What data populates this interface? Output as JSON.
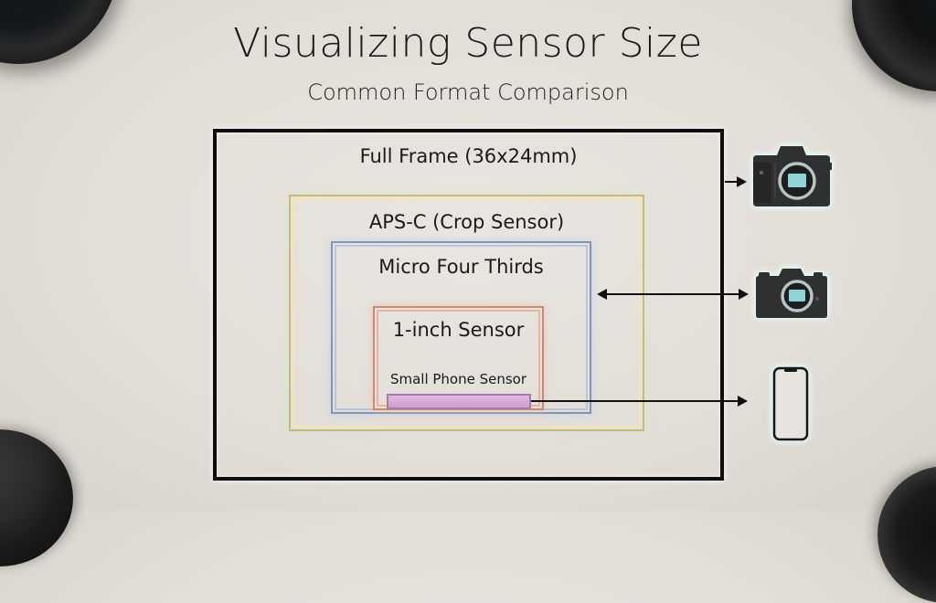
{
  "header": {
    "title": "Visualizing Sensor Size",
    "subtitle": "Common Format Comparison"
  },
  "formats": [
    {
      "label": "Full Frame (36x24mm)",
      "color": "#0e0e0e",
      "icon": "full-frame-dslr-camera-icon"
    },
    {
      "label": "APS-C (Crop Sensor)",
      "color": "#cbb77a",
      "icon": "mirrorless-camera-icon"
    },
    {
      "label": "Micro Four Thirds",
      "color": "#8095b6"
    },
    {
      "label": "1-inch Sensor",
      "color": "#c98a72"
    },
    {
      "label": "Small Phone Sensor",
      "color": "#c48fc4",
      "icon": "smartphone-icon"
    }
  ],
  "colors": {
    "background": "#e4dfd9",
    "text": "#1b1b1b",
    "sensor_glass": "#8fd3d9"
  }
}
